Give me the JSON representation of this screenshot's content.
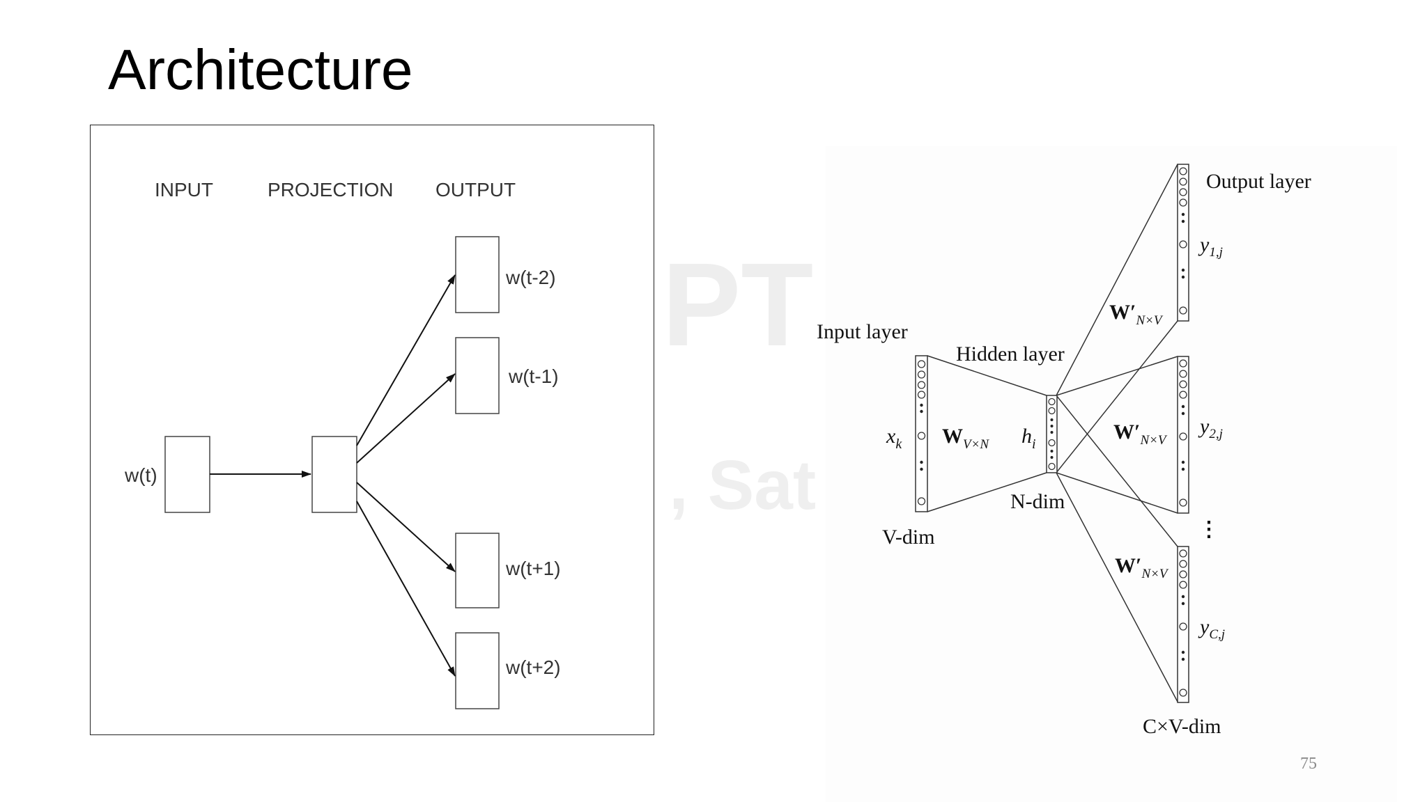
{
  "slide": {
    "title": "Architecture",
    "page_number": "75",
    "watermark_line1": "PT C",
    "watermark_line2": ", Sat"
  },
  "skipgram_diagram": {
    "columns": {
      "input": "INPUT",
      "projection": "PROJECTION",
      "output": "OUTPUT"
    },
    "input_word": "w(t)",
    "output_words": [
      "w(t-2)",
      "w(t-1)",
      "w(t+1)",
      "w(t+2)"
    ]
  },
  "network_diagram": {
    "input_layer": "Input layer",
    "hidden_layer": "Hidden layer",
    "output_layer": "Output layer",
    "input_var": "x",
    "input_var_sub": "k",
    "input_weight": "W",
    "input_weight_sub": "V×N",
    "hidden_var": "h",
    "hidden_var_sub": "i",
    "input_dim": "V-dim",
    "hidden_dim": "N-dim",
    "output_dim": "C×V-dim",
    "output_weight": "W′",
    "output_weight_sub": "N×V",
    "outputs": [
      {
        "var": "y",
        "sub": "1,j"
      },
      {
        "var": "y",
        "sub": "2,j"
      },
      {
        "var": "y",
        "sub": "C,j"
      }
    ],
    "ellipsis": "⋮"
  }
}
